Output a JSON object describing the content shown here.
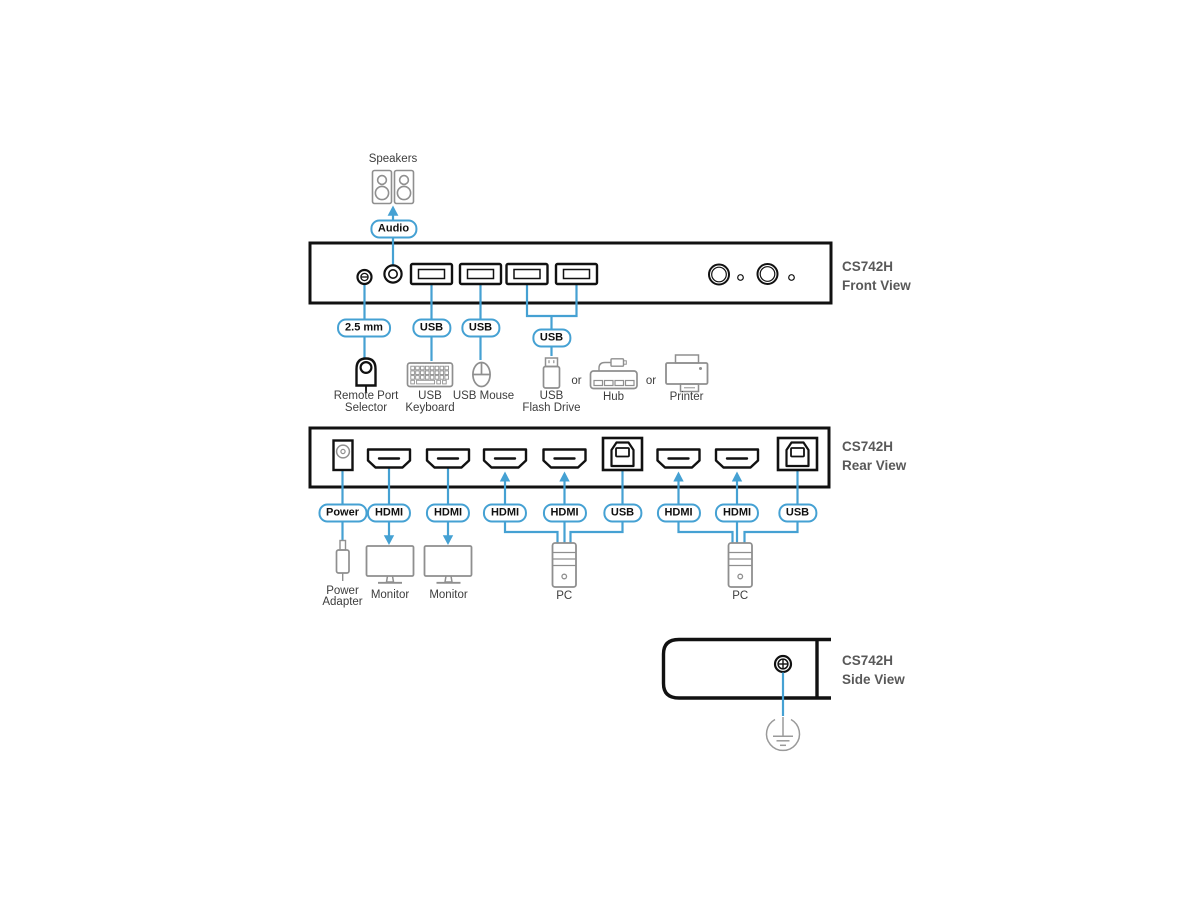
{
  "colors": {
    "accent_blue": "#45A1D3",
    "device_outline": "#111111",
    "icon_gray": "#8f8f8f",
    "title_gray": "#595959"
  },
  "front_section": {
    "speakers_label": "Speakers",
    "audio_badge": "Audio",
    "badges": [
      "2.5 mm",
      "USB",
      "USB",
      "USB"
    ],
    "peripherals": {
      "remote_line1": "Remote Port",
      "remote_line2": "Selector",
      "keyboard_line1": "USB",
      "keyboard_line2": "Keyboard",
      "mouse": "USB Mouse",
      "flash_line1": "USB",
      "flash_line2": "Flash Drive",
      "or_first": "or",
      "hub": "Hub",
      "or_second": "or",
      "printer": "Printer"
    },
    "title_line1": "CS742H",
    "title_line2": "Front View"
  },
  "rear_section": {
    "badges": [
      "Power",
      "HDMI",
      "HDMI",
      "HDMI",
      "HDMI",
      "USB",
      "HDMI",
      "HDMI",
      "USB"
    ],
    "peripherals": {
      "adapter_line1": "Power",
      "adapter_line2": "Adapter",
      "monitor_left": "Monitor",
      "monitor_right": "Monitor",
      "pc_left": "PC",
      "pc_right": "PC"
    },
    "title_line1": "CS742H",
    "title_line2": "Rear View"
  },
  "side_section": {
    "title_line1": "CS742H",
    "title_line2": "Side View"
  }
}
